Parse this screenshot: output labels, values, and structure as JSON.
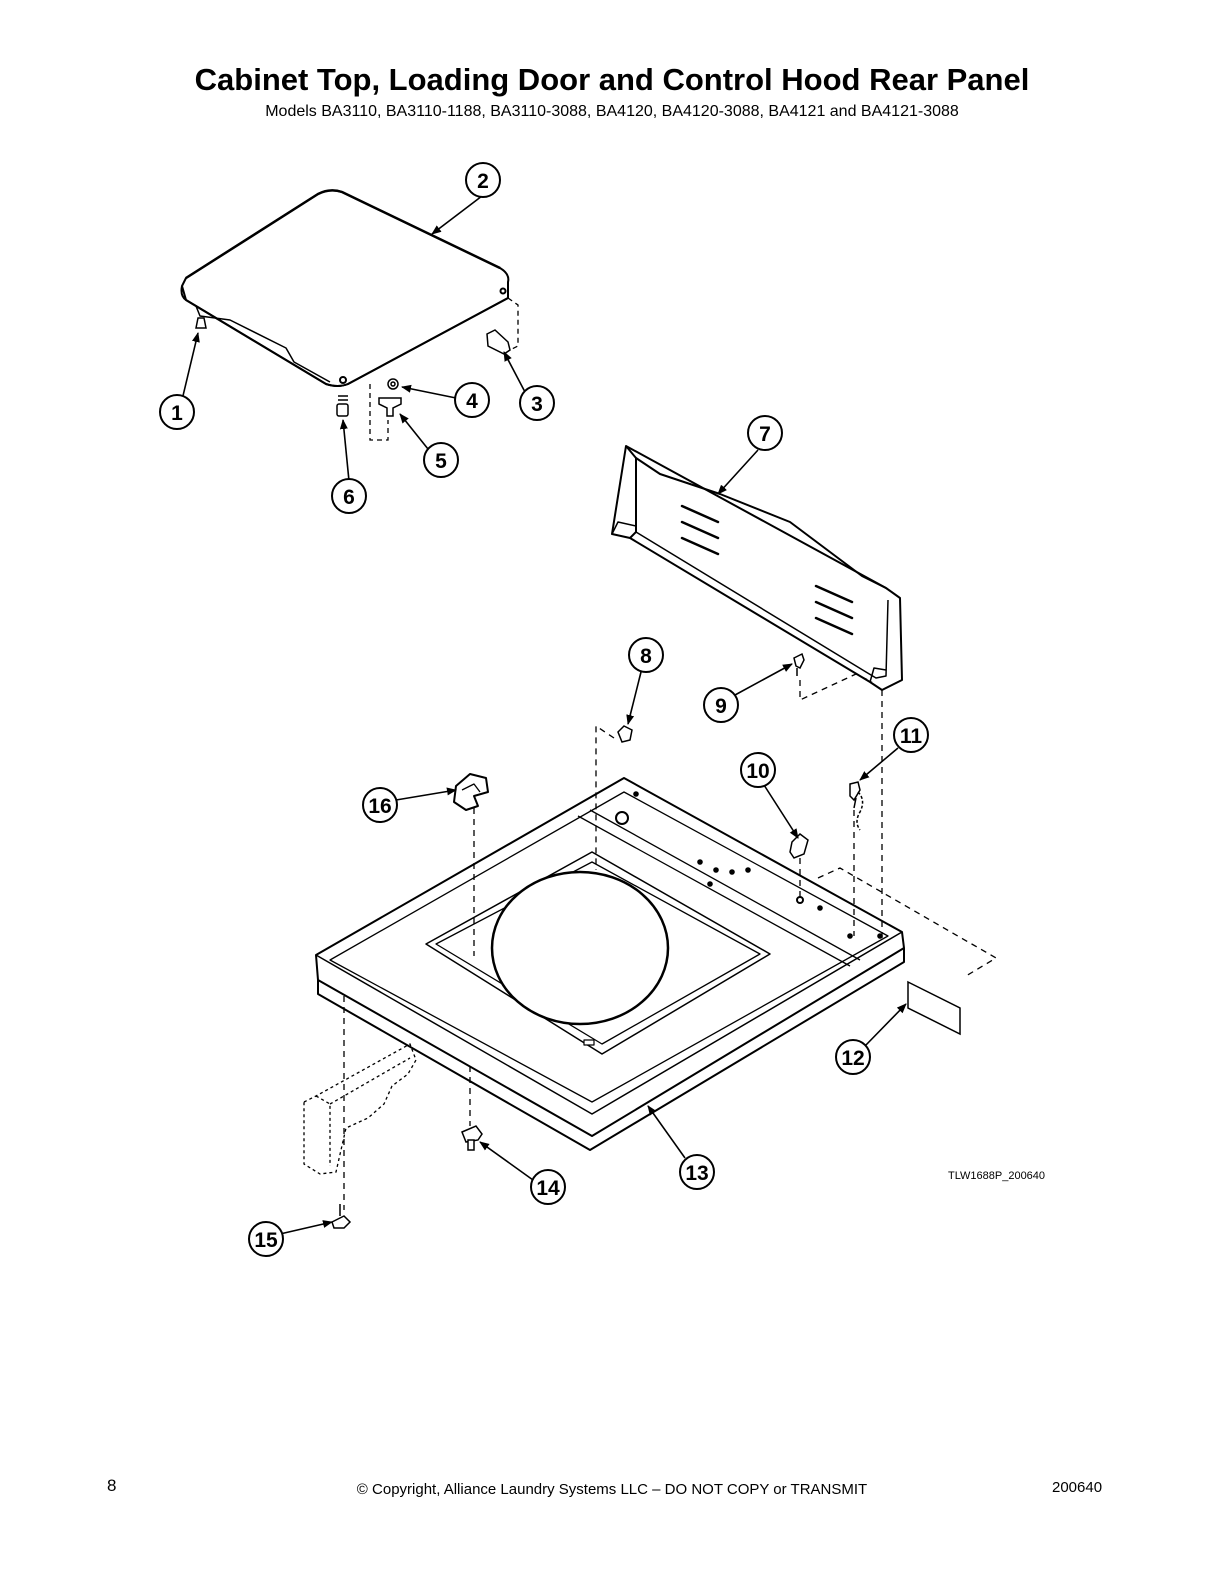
{
  "header": {
    "title": "Cabinet Top, Loading Door and Control Hood Rear Panel",
    "subtitle": "Models BA3110, BA3110-1188, BA3110-3088, BA4120, BA4120-3088, BA4121 and BA4121-3088"
  },
  "drawing_code": "TLW1688P_200640",
  "callouts": [
    "1",
    "2",
    "3",
    "4",
    "5",
    "6",
    "7",
    "8",
    "9",
    "10",
    "11",
    "12",
    "13",
    "14",
    "15",
    "16"
  ],
  "footer": {
    "page_number": "8",
    "copyright": "© Copyright, Alliance Laundry Systems LLC – DO NOT COPY or TRANSMIT",
    "doc_code": "200640"
  }
}
